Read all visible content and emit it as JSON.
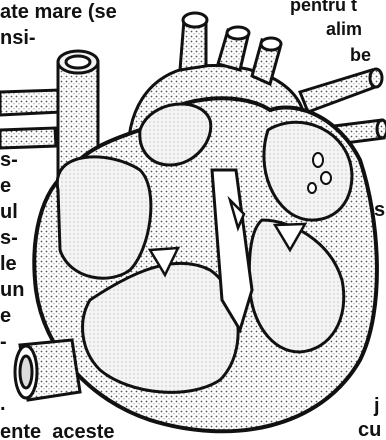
{
  "text_fragments": {
    "top_left_line1": "ate mare (se",
    "top_left_line2": "nsi-",
    "top_right_line1": "pentru t",
    "top_right_line2": "alim",
    "top_right_line3": "be",
    "left_col": [
      "s-",
      "e",
      "ul",
      "s-",
      "le",
      "un",
      "e",
      "-",
      "."
    ],
    "right_s": "s",
    "bottom_right_j": "j",
    "bottom_right_cu": "cu",
    "bottom_line": "ente  aceste"
  },
  "colors": {
    "ink": "#111111",
    "paper": "#ffffff",
    "stipple": "#555555",
    "chamber_fill": "#eeeeee"
  },
  "icons": {
    "illustration": "heart-cross-section-illustration"
  }
}
